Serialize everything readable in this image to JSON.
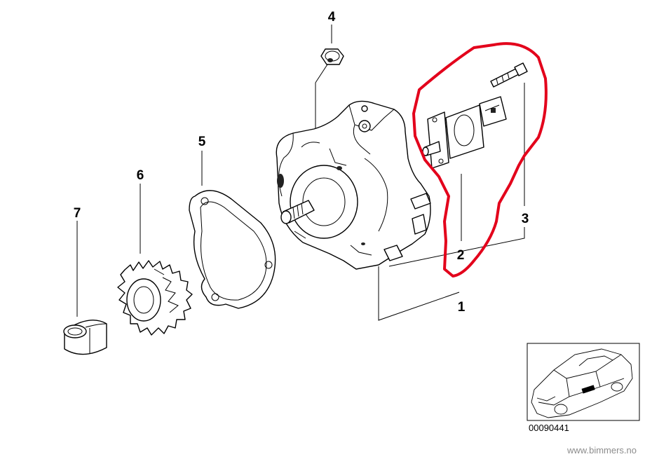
{
  "callouts": [
    "1",
    "2",
    "3",
    "4",
    "5",
    "6",
    "7"
  ],
  "diagram_code": "00090441",
  "footer_url": "www.bimmers.no",
  "colors": {
    "highlight": "#e3001b",
    "ink": "#000000",
    "footer": "#8c8c8c"
  }
}
